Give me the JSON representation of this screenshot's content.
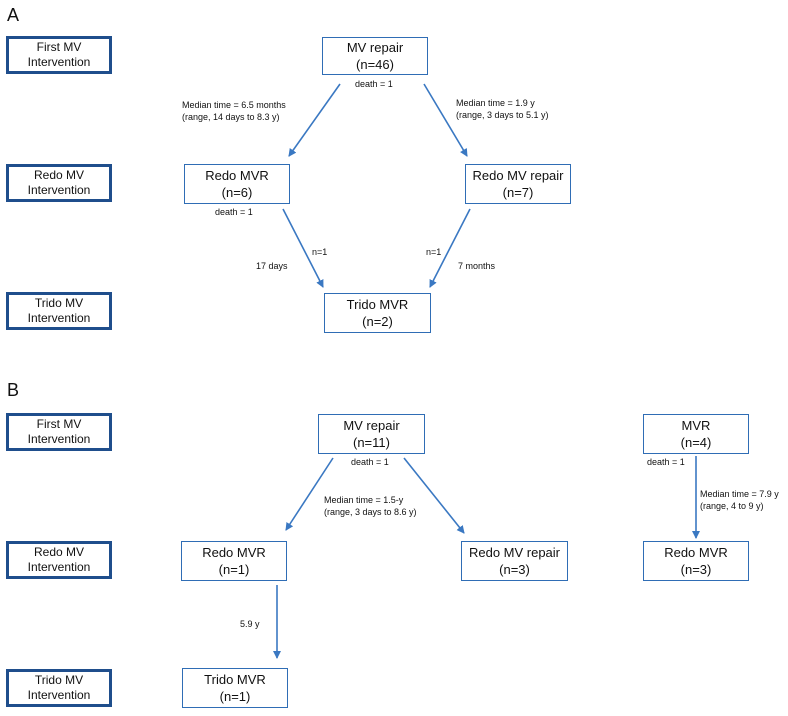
{
  "colors": {
    "level_border": "#1f4e8c",
    "node_border": "#2f6db5",
    "arrow": "#3a78c2"
  },
  "levels": {
    "first_line1": "First MV",
    "first_line2": "Intervention",
    "redo_line1": "Redo MV",
    "redo_line2": "Intervention",
    "trido_line1": "Trido MV",
    "trido_line2": "Intervention"
  },
  "panel_a": {
    "letter": "A",
    "mv_repair": {
      "title": "MV repair",
      "n": "(n=46)"
    },
    "redo_mvr": {
      "title": "Redo MVR",
      "n": "(n=6)"
    },
    "redo_mv_repair": {
      "title": "Redo MV repair",
      "n": "(n=7)"
    },
    "trido_mvr": {
      "title": "Trido MVR",
      "n": "(n=2)"
    },
    "death_top": "death = 1",
    "death_redo": "death = 1",
    "left_time_line1": "Median time = 6.5 months",
    "left_time_line2": "(range, 14 days to 8.3 y)",
    "right_time_line1": "Median time = 1.9 y",
    "right_time_line2": "(range, 3 days to 5.1 y)",
    "left_n": "n=1",
    "left_days": "17 days",
    "right_n": "n=1",
    "right_months": "7 months"
  },
  "panel_b": {
    "letter": "B",
    "mv_repair": {
      "title": "MV repair",
      "n": "(n=11)"
    },
    "mvr": {
      "title": "MVR",
      "n": "(n=4)"
    },
    "redo_mvr_left": {
      "title": "Redo MVR",
      "n": "(n=1)"
    },
    "redo_mv_repair": {
      "title": "Redo MV repair",
      "n": "(n=3)"
    },
    "redo_mvr_right": {
      "title": "Redo MVR",
      "n": "(n=3)"
    },
    "trido_mvr": {
      "title": "Trido MVR",
      "n": "(n=1)"
    },
    "death_repair": "death = 1",
    "death_mvr": "death = 1",
    "repair_time_line1": "Median time = 1.5-y",
    "repair_time_line2": "(range, 3 days to 8.6 y)",
    "mvr_time_line1": "Median time = 7.9 y",
    "mvr_time_line2": "(range, 4 to 9 y)",
    "trido_time": "5.9 y"
  }
}
